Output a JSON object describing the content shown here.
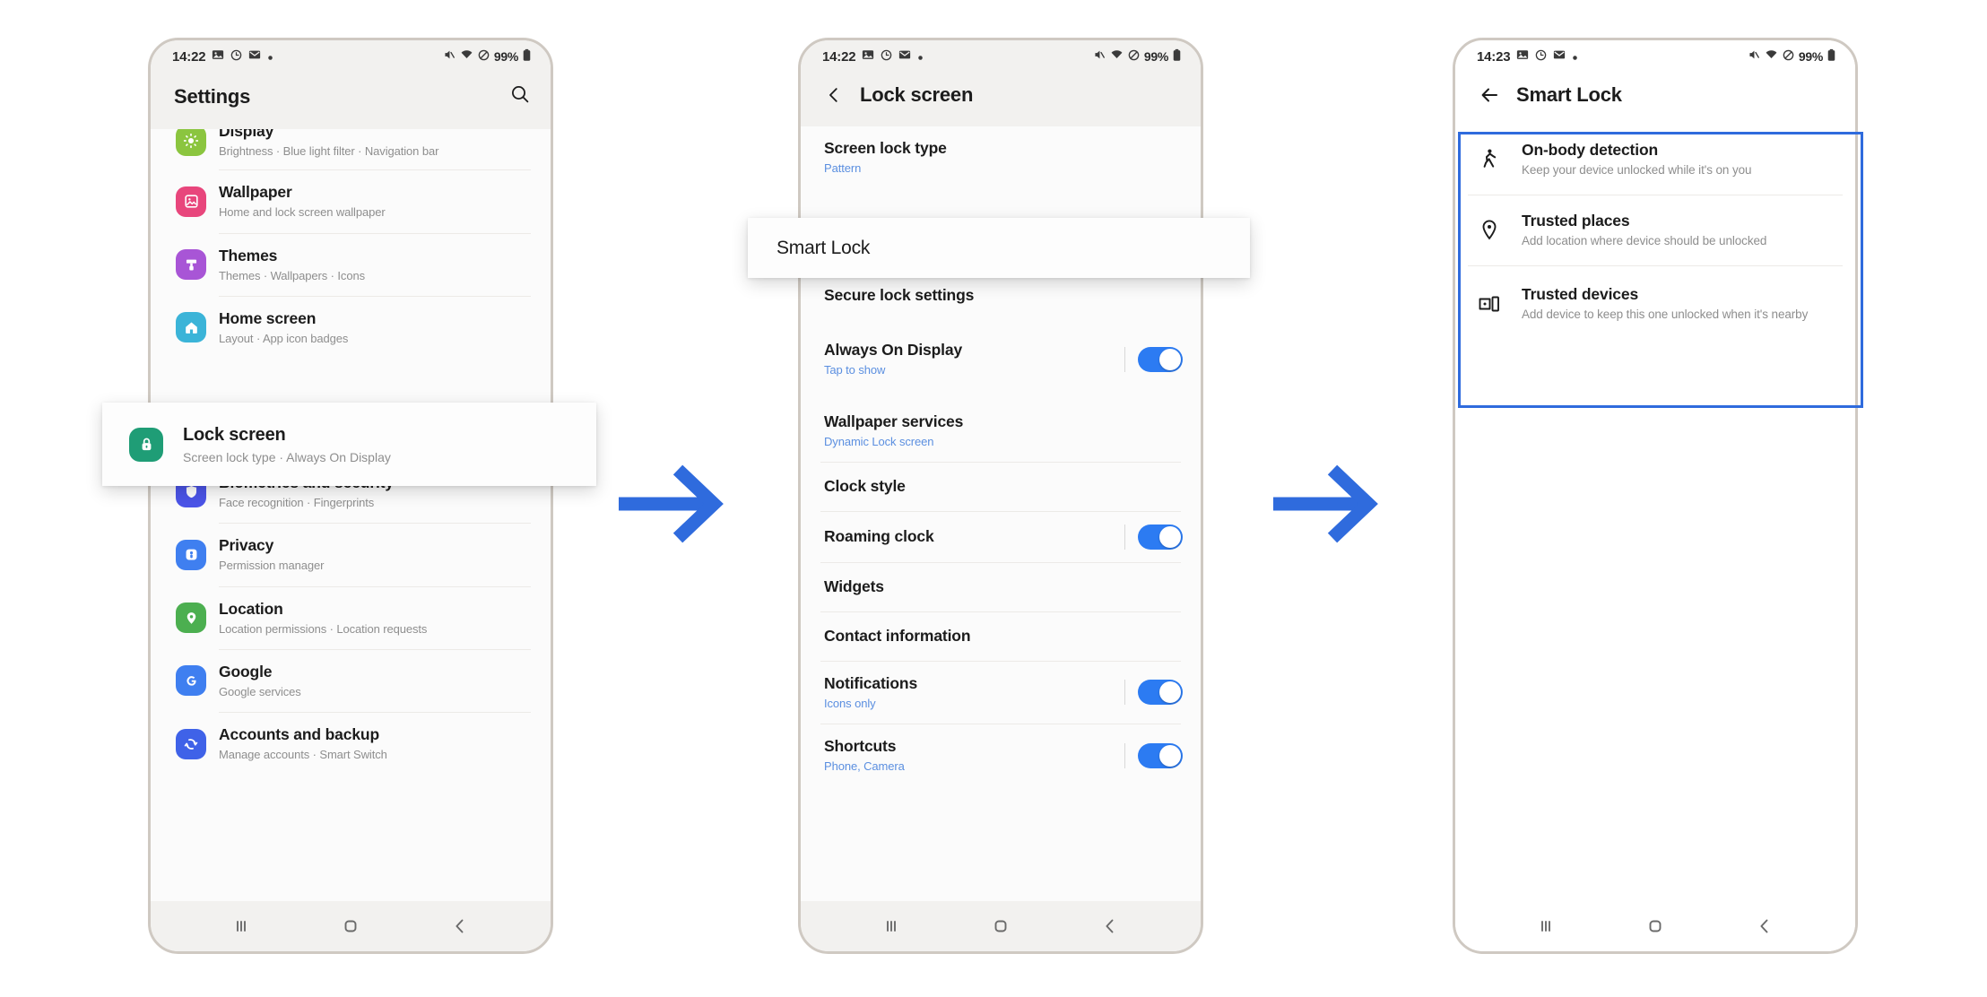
{
  "theme": {
    "arrow_color": "#2f6bdd",
    "highlight_border_color": "#2f6bdd",
    "toggle_on_color": "#2c7bf2",
    "link_blue": "#5b8fe0"
  },
  "phones": [
    {
      "id": "phone-settings",
      "statusbar": {
        "time": "14:22",
        "battery_percent": "99%",
        "left_icons": [
          "photo-icon",
          "clock-icon",
          "email-icon",
          "dot-icon"
        ],
        "right_icons": [
          "mute-icon",
          "wifi-icon",
          "do-not-disturb-icon",
          "battery-icon"
        ]
      },
      "appbar": {
        "title": "Settings",
        "action_icon": "search-icon"
      },
      "items": [
        {
          "name": "display",
          "title": "Display",
          "sub": "Brightness  ·  Blue light filter  ·  Navigation bar",
          "icon": "display-icon",
          "color": "#8bc53f"
        },
        {
          "name": "wallpaper",
          "title": "Wallpaper",
          "sub": "Home and lock screen wallpaper",
          "icon": "wallpaper-icon",
          "color": "#e8467c"
        },
        {
          "name": "themes",
          "title": "Themes",
          "sub": "Themes  ·  Wallpapers  ·  Icons",
          "icon": "themes-icon",
          "color": "#a855d6"
        },
        {
          "name": "home-screen",
          "title": "Home screen",
          "sub": "Layout  ·  App icon badges",
          "icon": "home-icon",
          "color": "#3bb4d8"
        },
        {
          "name": "biometrics",
          "title": "Biometrics and security",
          "sub": "Face recognition  ·  Fingerprints",
          "icon": "shield-icon",
          "color": "#4b54e8"
        },
        {
          "name": "privacy",
          "title": "Privacy",
          "sub": "Permission manager",
          "icon": "privacy-icon",
          "color": "#3f7ff0"
        },
        {
          "name": "location",
          "title": "Location",
          "sub": "Location permissions  ·  Location requests",
          "icon": "pin-icon",
          "color": "#4caf50"
        },
        {
          "name": "google",
          "title": "Google",
          "sub": "Google services",
          "icon": "google-icon",
          "color": "#3f7ff0"
        },
        {
          "name": "accounts",
          "title": "Accounts and backup",
          "sub": "Manage accounts  ·  Smart Switch",
          "icon": "sync-icon",
          "color": "#3f62e8"
        }
      ],
      "highlight_card": {
        "name": "lock-screen",
        "title": "Lock screen",
        "sub": "Screen lock type  ·  Always On Display",
        "icon": "lock-icon",
        "color": "#1f9d76"
      },
      "navbar": [
        "recents-icon",
        "home-icon",
        "back-icon"
      ]
    },
    {
      "id": "phone-lock-screen",
      "statusbar": {
        "time": "14:22",
        "battery_percent": "99%",
        "left_icons": [
          "photo-icon",
          "clock-icon",
          "email-icon",
          "dot-icon"
        ],
        "right_icons": [
          "mute-icon",
          "wifi-icon",
          "do-not-disturb-icon",
          "battery-icon"
        ]
      },
      "appbar": {
        "title": "Lock screen",
        "nav_icon": "chevron-left-icon"
      },
      "items": [
        {
          "name": "screen-lock-type",
          "title": "Screen lock type",
          "sub": "Pattern",
          "sub_style": "blue",
          "toggle": null
        },
        {
          "name": "secure-lock-settings",
          "title": "Secure lock settings",
          "sub": "",
          "sub_style": "",
          "toggle": null
        },
        {
          "name": "always-on-display",
          "title": "Always On Display",
          "sub": "Tap to show",
          "sub_style": "blue",
          "toggle": true
        },
        {
          "name": "wallpaper-services",
          "title": "Wallpaper services",
          "sub": "Dynamic Lock screen",
          "sub_style": "blue",
          "toggle": null
        },
        {
          "name": "clock-style",
          "title": "Clock style",
          "sub": "",
          "sub_style": "",
          "toggle": null
        },
        {
          "name": "roaming-clock",
          "title": "Roaming clock",
          "sub": "",
          "sub_style": "",
          "toggle": true
        },
        {
          "name": "widgets",
          "title": "Widgets",
          "sub": "",
          "sub_style": "",
          "toggle": null
        },
        {
          "name": "contact-information",
          "title": "Contact information",
          "sub": "",
          "sub_style": "",
          "toggle": null
        },
        {
          "name": "notifications",
          "title": "Notifications",
          "sub": "Icons only",
          "sub_style": "blue",
          "toggle": true
        },
        {
          "name": "shortcuts",
          "title": "Shortcuts",
          "sub": "Phone, Camera",
          "sub_style": "blue",
          "toggle": true
        }
      ],
      "highlight_card": {
        "name": "smart-lock",
        "title": "Smart Lock"
      },
      "navbar": [
        "recents-icon",
        "home-icon",
        "back-icon"
      ]
    },
    {
      "id": "phone-smart-lock",
      "statusbar": {
        "time": "14:23",
        "battery_percent": "99%",
        "left_icons": [
          "photo-icon",
          "clock-icon",
          "email-icon",
          "dot-icon"
        ],
        "right_icons": [
          "mute-icon",
          "wifi-icon",
          "do-not-disturb-icon",
          "battery-icon"
        ]
      },
      "appbar": {
        "title": "Smart Lock",
        "nav_icon": "arrow-left-icon"
      },
      "items": [
        {
          "name": "on-body-detection",
          "title": "On-body detection",
          "sub": "Keep your device unlocked while it's on you",
          "icon": "walking-person-icon"
        },
        {
          "name": "trusted-places",
          "title": "Trusted places",
          "sub": "Add location where device should be unlocked",
          "icon": "pin-outline-icon"
        },
        {
          "name": "trusted-devices",
          "title": "Trusted devices",
          "sub": "Add device to keep this one unlocked when it's nearby",
          "icon": "devices-icon"
        }
      ],
      "navbar": [
        "recents-icon",
        "home-icon",
        "back-icon"
      ]
    }
  ],
  "arrows": [
    {
      "name": "flow-arrow-1"
    },
    {
      "name": "flow-arrow-2"
    }
  ]
}
